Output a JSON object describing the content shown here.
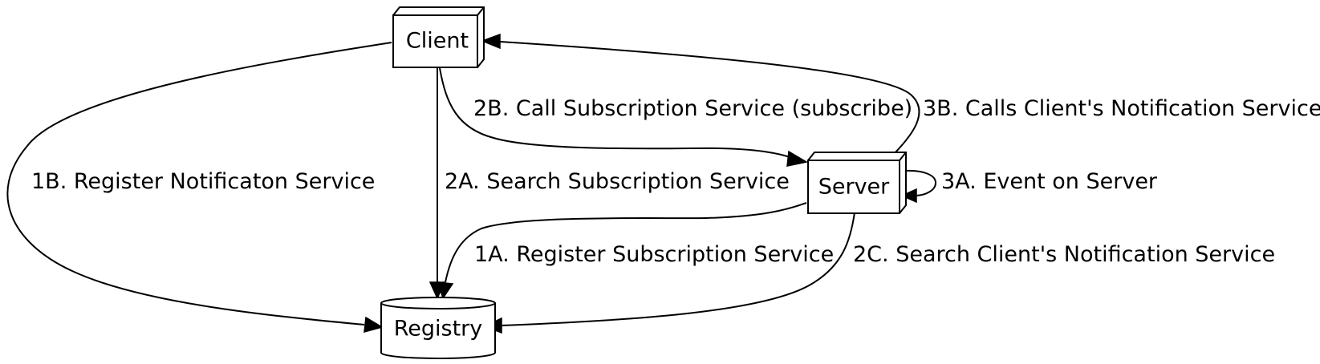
{
  "nodes": {
    "client": "Client",
    "server": "Server",
    "registry": "Registry"
  },
  "edges": {
    "e1a": "1A. Register Subscription Service",
    "e1b": "1B. Register Notificaton Service",
    "e2a": "2A. Search Subscription Service",
    "e2b": "2B. Call Subscription Service (subscribe)",
    "e2c": "2C. Search Client's Notification Service",
    "e3a": "3A. Event on Server",
    "e3b": "3B. Calls Client's Notification Service"
  },
  "colors": {
    "stroke": "#000000",
    "fill": "#ffffff",
    "background": "#ffffff"
  }
}
